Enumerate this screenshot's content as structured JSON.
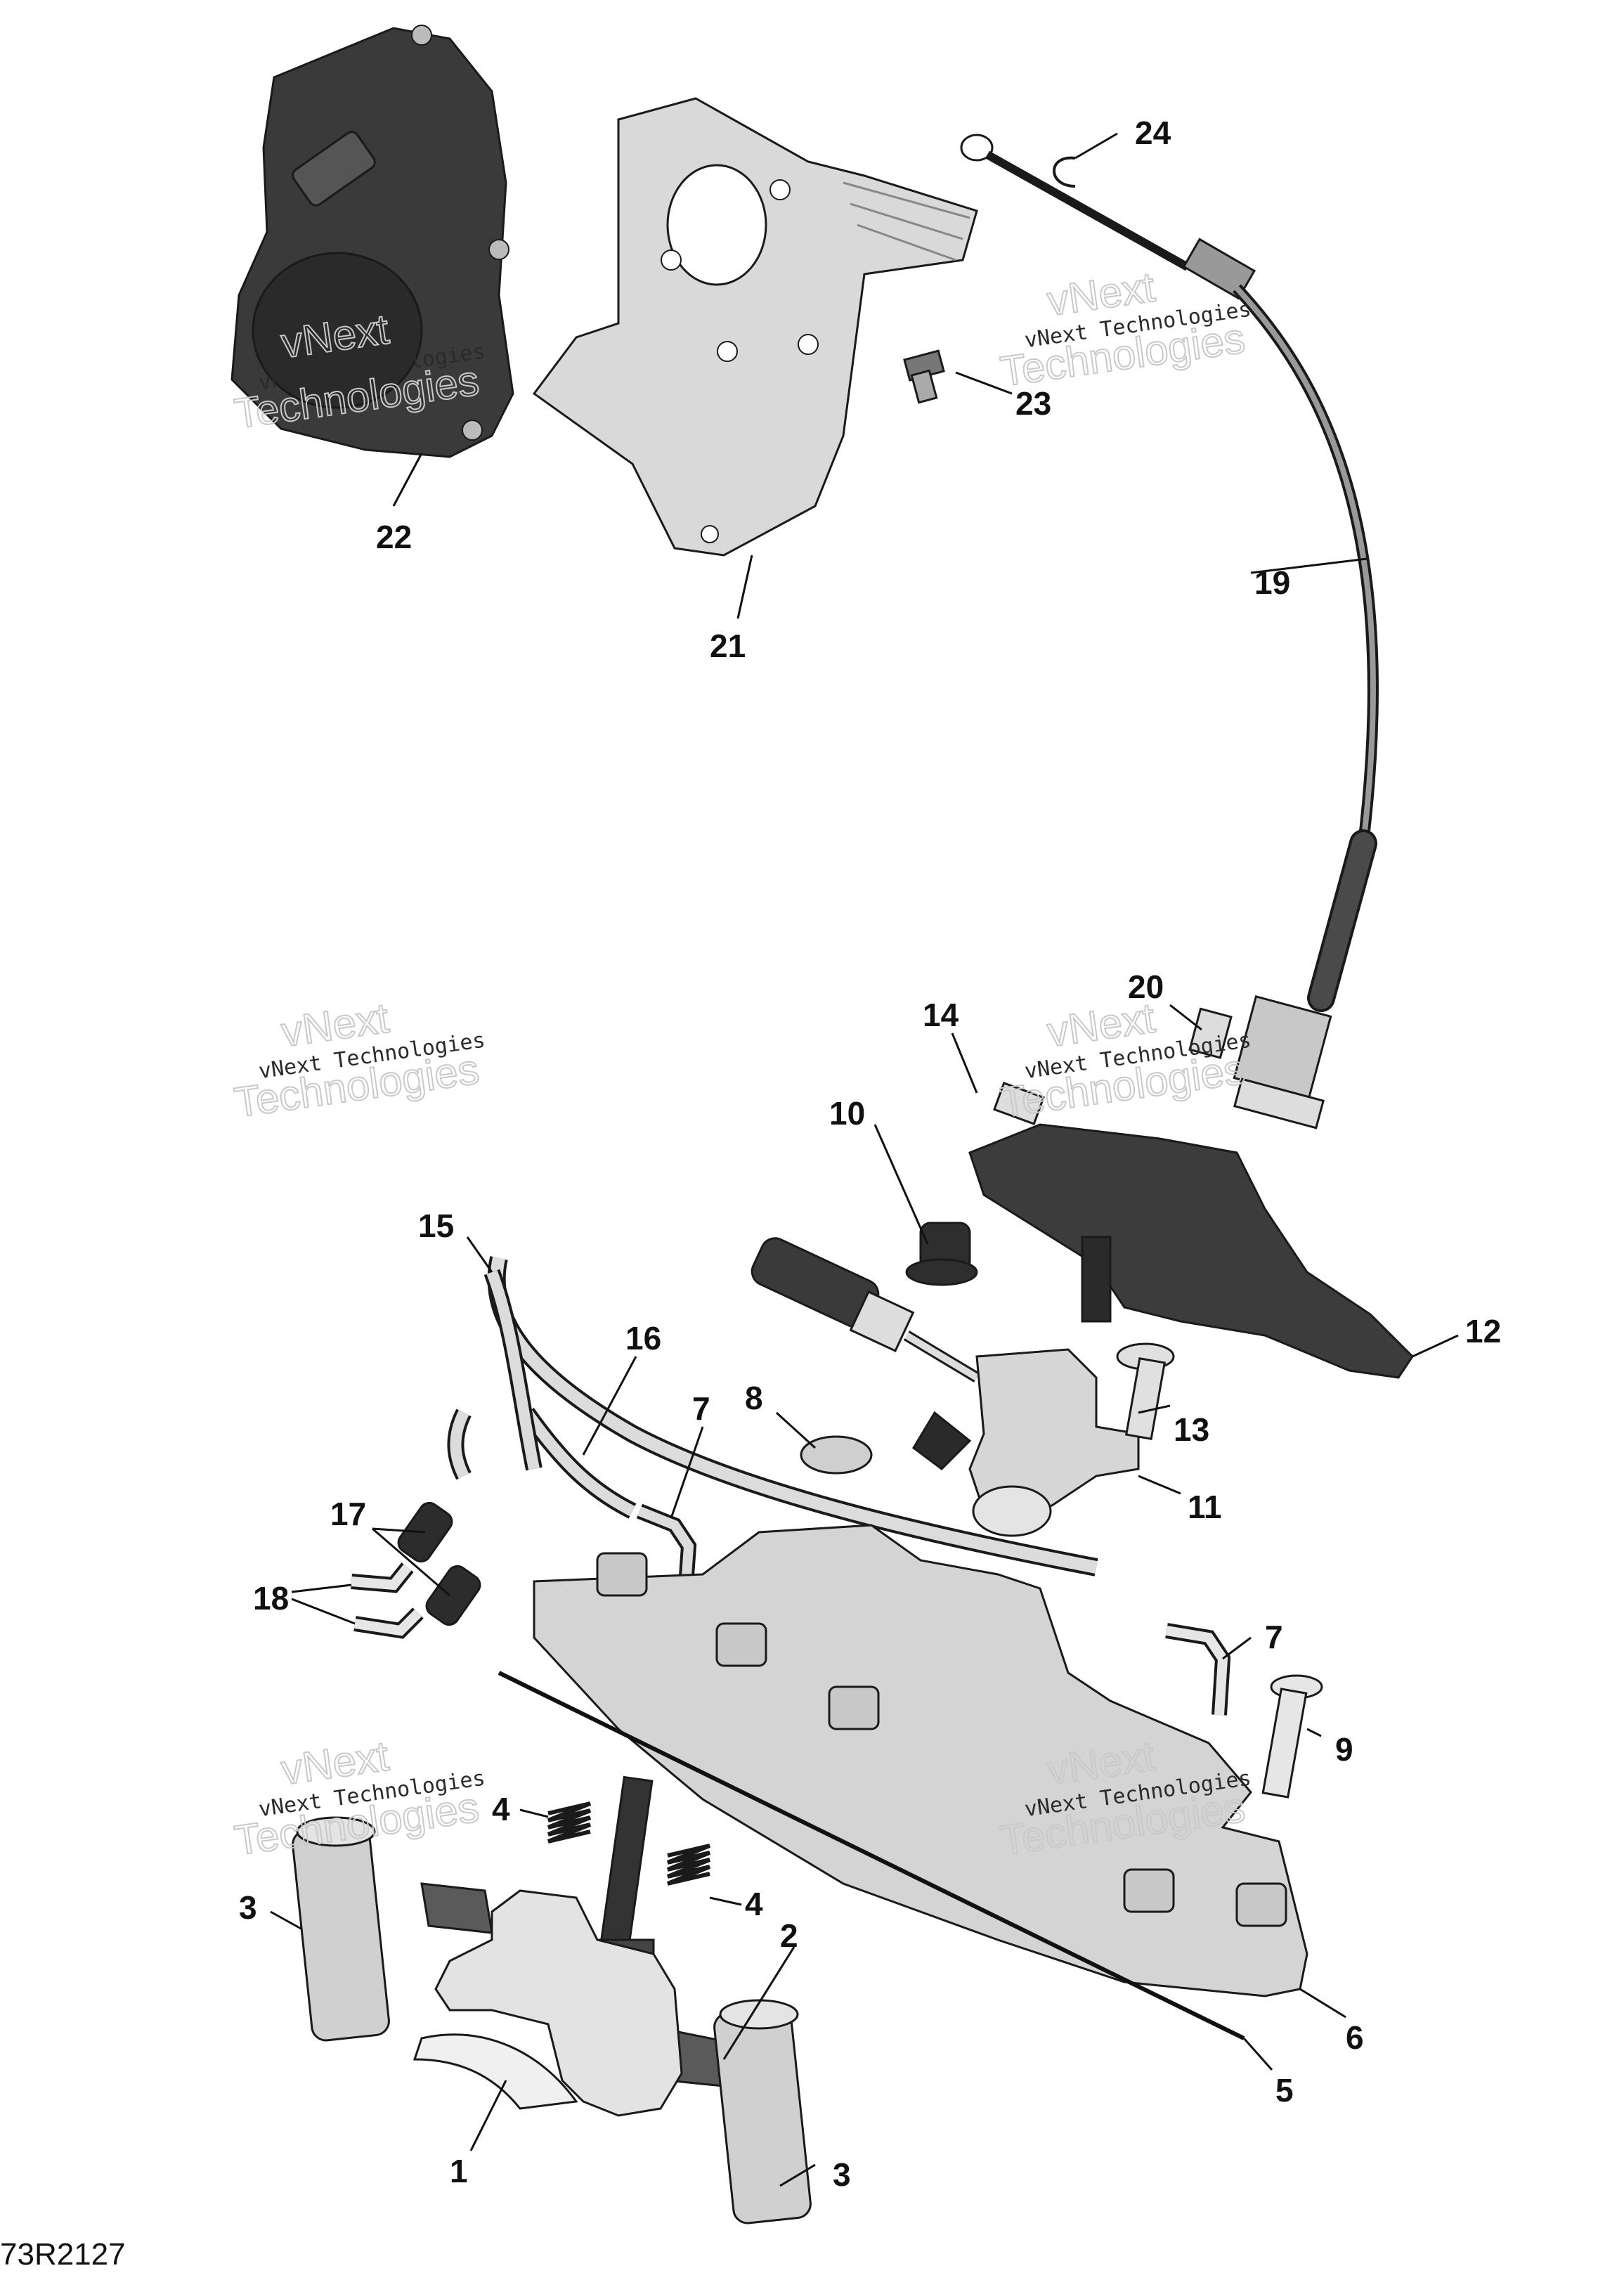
{
  "figure_code": "73R2127",
  "watermark": {
    "brand_line": "vNext Technologies",
    "big_line_1": "vNext",
    "big_line_2": "Technologies"
  },
  "colors": {
    "part_light": "#d9d9d9",
    "part_dark": "#3a3a3a",
    "outline": "#1a1a1a"
  },
  "callouts": [
    "1",
    "2",
    "3",
    "3",
    "4",
    "4",
    "5",
    "6",
    "7",
    "7",
    "8",
    "9",
    "10",
    "11",
    "12",
    "13",
    "14",
    "15",
    "16",
    "17",
    "18",
    "19",
    "20",
    "21",
    "22",
    "23",
    "24"
  ]
}
